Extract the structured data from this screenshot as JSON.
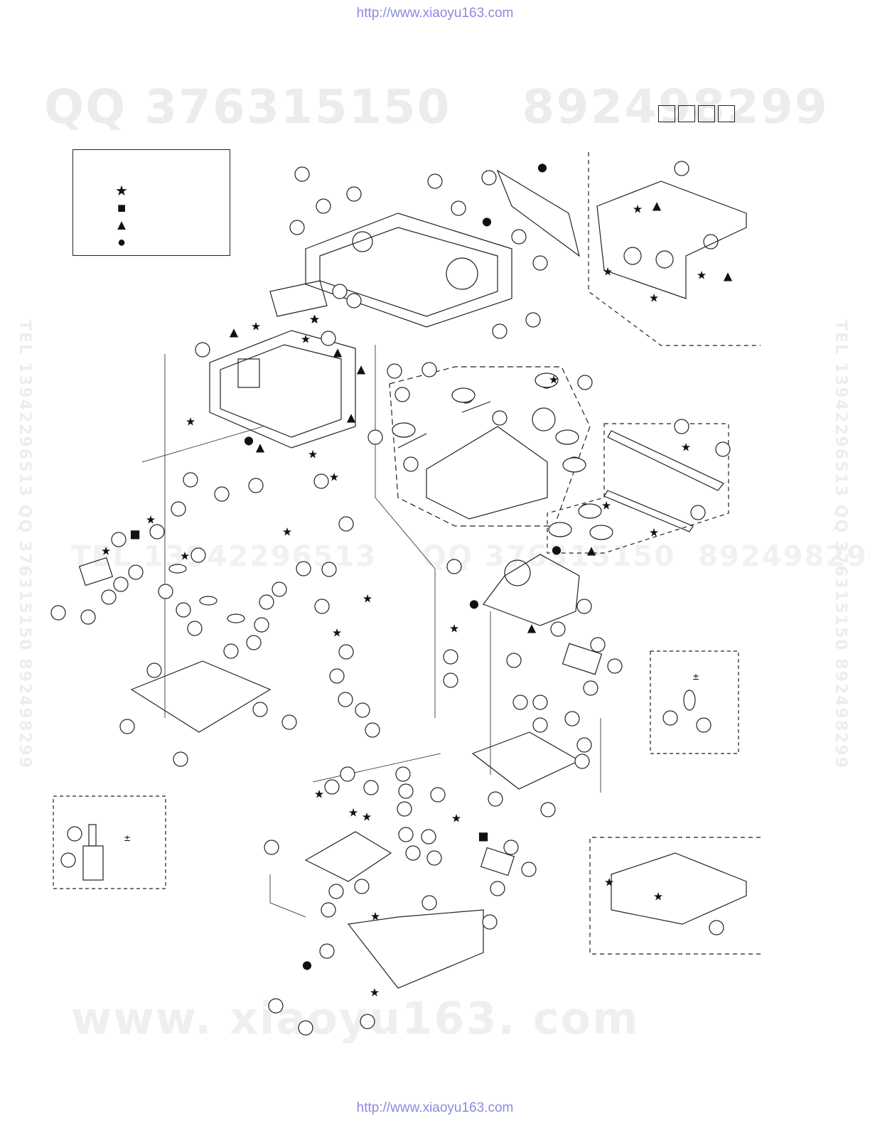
{
  "header_url": "http://www.xiaoyu163.com",
  "footer_url": "http://www.xiaoyu163.com",
  "watermarks": {
    "qq": "QQ 376315150    892498299",
    "mid": "TEL 13942296513    QQ 376315150  892498299",
    "www": "www. xiaoyu163. com",
    "side_left": "TEL 13942296513 QQ 376315150 892498299",
    "side_right": "TEL 13942296513 QQ 376315150 892498299"
  },
  "legend": {
    "items": [
      {
        "symbol": "★",
        "icon": "star-icon"
      },
      {
        "symbol": "■",
        "icon": "square-icon"
      },
      {
        "symbol": "▲",
        "icon": "triangle-icon"
      },
      {
        "symbol": "●",
        "icon": "circle-icon"
      }
    ]
  },
  "detail_boxes": {
    "gear_detail_text": "±",
    "motor_detail_text": "±"
  }
}
